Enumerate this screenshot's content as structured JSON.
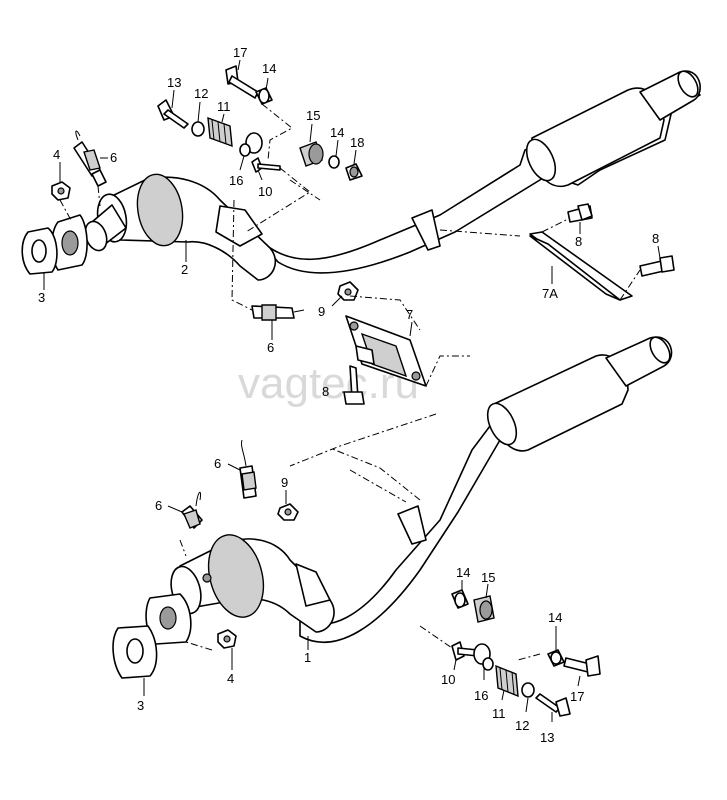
{
  "watermark": "vagtec.ru",
  "labels": {
    "top": {
      "p17": "17",
      "p14a": "14",
      "p13": "13",
      "p12": "12",
      "p11": "11",
      "p15": "15",
      "p14b": "14",
      "p18": "18",
      "p16": "16",
      "p10": "10",
      "p4": "4",
      "p6a": "6",
      "p2": "2",
      "p3": "3",
      "p9": "9",
      "p6b": "6",
      "p7": "7",
      "p8a": "8",
      "p8b": "8",
      "p8c": "8",
      "p7A": "7A"
    },
    "bottom": {
      "p6a": "6",
      "p6b": "6",
      "p9": "9",
      "p4": "4",
      "p3": "3",
      "p1": "1",
      "p14a": "14",
      "p15": "15",
      "p10": "10",
      "p16": "16",
      "p11": "11",
      "p12": "12",
      "p13": "13",
      "p14b": "14",
      "p17": "17"
    }
  }
}
